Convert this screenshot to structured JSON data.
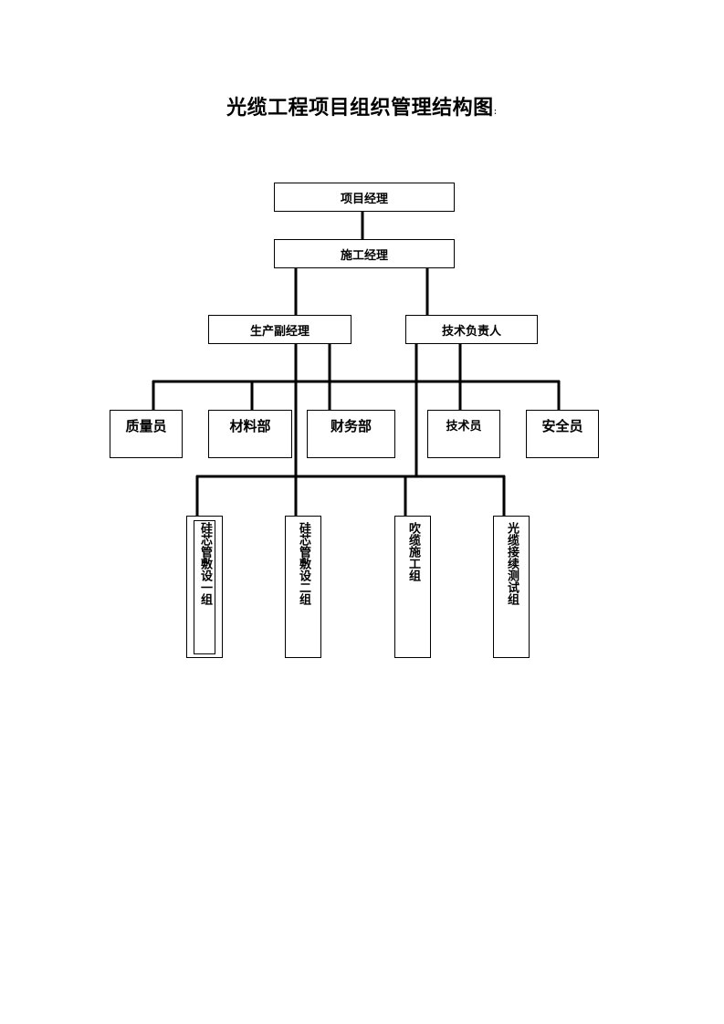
{
  "title": "光缆工程项目组织管理结构图",
  "title_suffix": ":",
  "nodes": {
    "project_manager": "项目经理",
    "construction_manager": "施工经理",
    "production_deputy": "生产副经理",
    "technical_lead": "技术负责人",
    "quality_officer": "质量员",
    "materials_dept": "材料部",
    "finance_dept": "财务部",
    "technician": "技术员",
    "safety_officer": "安全员",
    "group1": "硅芯管敷设一组",
    "group2": "硅芯管敷设二组",
    "group3": "吹缆施工组",
    "group4": "光缆接续测试组"
  }
}
